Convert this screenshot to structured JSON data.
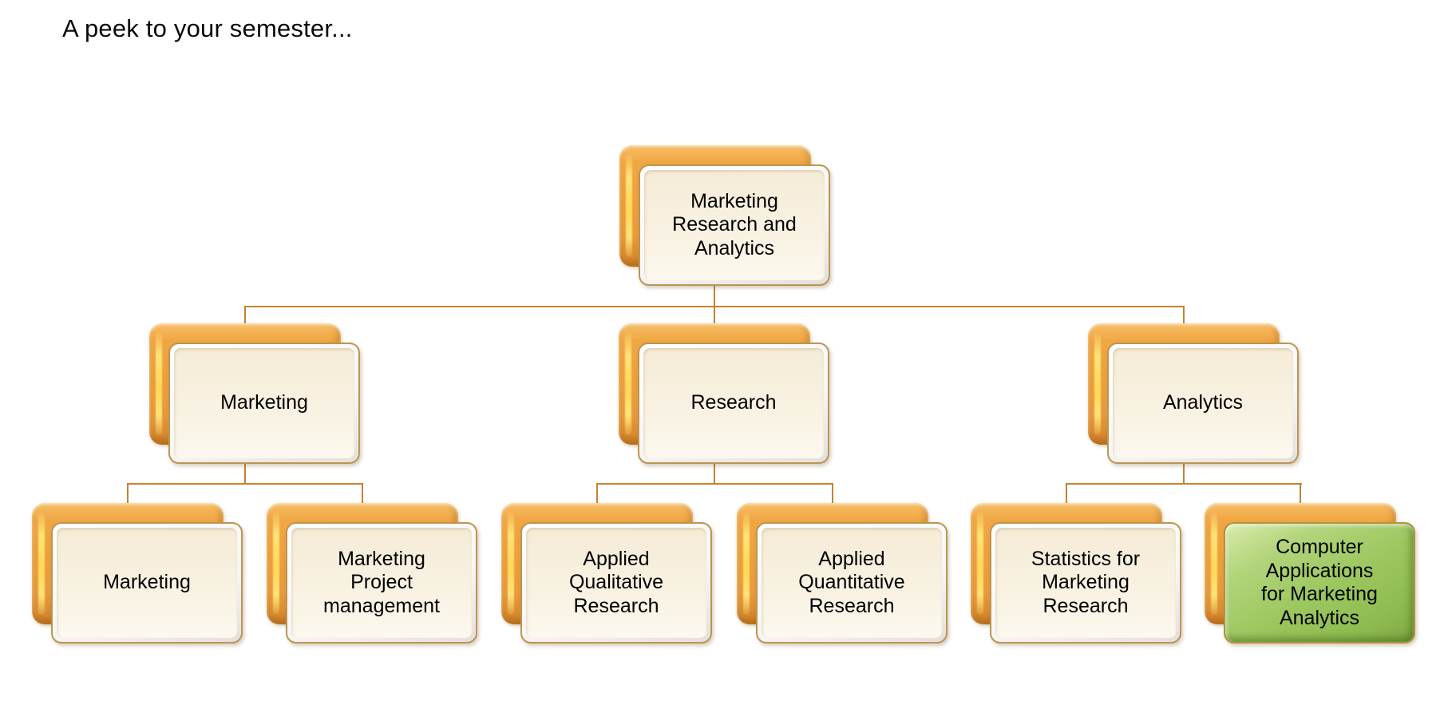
{
  "slide": {
    "title": "A peek to your semester..."
  },
  "org_chart": {
    "type": "hierarchy",
    "root": {
      "label": "Marketing\nResearch and\nAnalytics",
      "level": 1
    },
    "level2": [
      {
        "label": "Marketing",
        "parent": "Marketing Research and Analytics"
      },
      {
        "label": "Research",
        "parent": "Marketing Research and Analytics"
      },
      {
        "label": "Analytics",
        "parent": "Marketing Research and Analytics"
      }
    ],
    "level3": [
      {
        "label": "Marketing",
        "parent": "Marketing",
        "highlighted": false
      },
      {
        "label": "Marketing\nProject\nmanagement",
        "parent": "Marketing",
        "highlighted": false
      },
      {
        "label": "Applied\nQualitative\nResearch",
        "parent": "Research",
        "highlighted": false
      },
      {
        "label": "Applied\nQuantitative\nResearch",
        "parent": "Research",
        "highlighted": false
      },
      {
        "label": "Statistics for\nMarketing\nResearch",
        "parent": "Analytics",
        "highlighted": false
      },
      {
        "label": "Computer\nApplications\nfor Marketing\nAnalytics",
        "parent": "Analytics",
        "highlighted": true
      }
    ],
    "colors": {
      "background": "#FFFFFF",
      "text": "#000000",
      "plate_orange": "#ECA03C",
      "plate_gloss_yellow": "#FFD75A",
      "face_cream": "#F8F1E1",
      "face_border_tan": "#BD9552",
      "highlight_green": "#9CC75F",
      "highlight_green_border": "#B2943E",
      "connector": "#C5832F"
    }
  }
}
